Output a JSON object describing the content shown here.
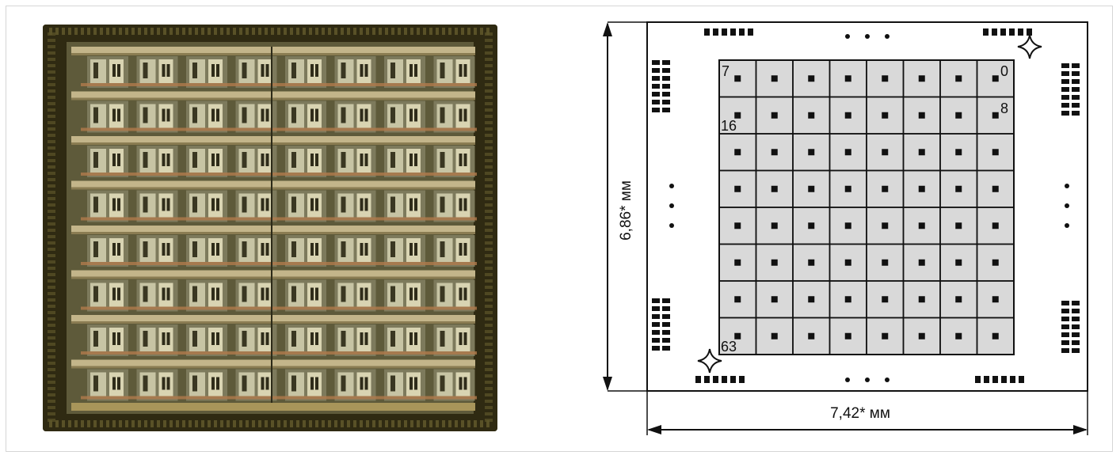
{
  "photo": {
    "description_icon": "chip-die-photo",
    "rows": 8,
    "cols": 8
  },
  "diagram": {
    "grid_rows": 8,
    "grid_cols": 8,
    "cell_labels": {
      "top_right": "0",
      "top_left": "7",
      "second_right": "8",
      "second_left": "16",
      "bottom_left": "63"
    },
    "height_label": "6,86* мм",
    "width_label": "7,42* мм"
  },
  "colors": {
    "cell_fill": "#d9d9d9",
    "ink": "#111111",
    "frame": "#d6d6d6"
  }
}
